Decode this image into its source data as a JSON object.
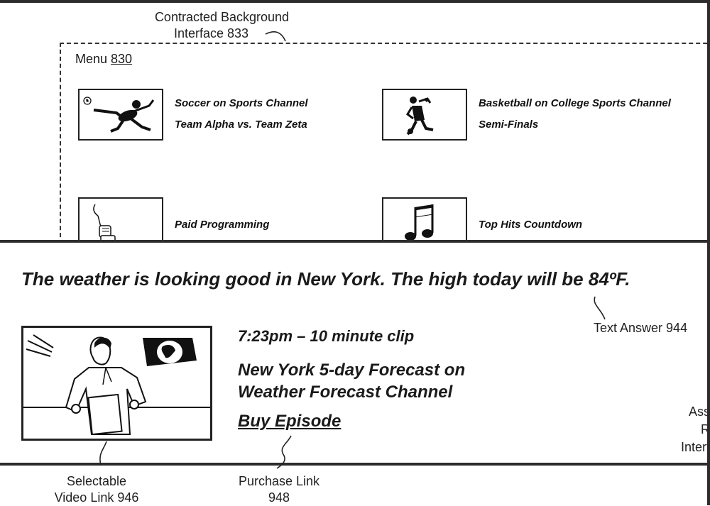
{
  "labels": {
    "contracted_line1": "Contracted Background",
    "contracted_line2": "Interface 833",
    "menu_prefix": "Menu ",
    "menu_number": "830",
    "text_answer": "Text Answer 944",
    "video_link_line1": "Selectable",
    "video_link_line2": "Video Link 946",
    "purchase_link_line1": "Purchase Link",
    "purchase_link_line2": "948",
    "side_line1": "Ass",
    "side_line2": "R",
    "side_line3": "Interf"
  },
  "menu_items": [
    {
      "line1": "Soccer on Sports Channel",
      "line2": "Team Alpha vs. Team Zeta",
      "icon": "soccer-player-icon"
    },
    {
      "line1": "Basketball on College Sports Channel",
      "line2": "Semi-Finals",
      "icon": "basketball-player-icon"
    },
    {
      "line1": "Paid Programming",
      "line2": "",
      "icon": "vacuum-cleaner-icon"
    },
    {
      "line1": "Top Hits Countdown",
      "line2": "",
      "icon": "music-note-icon"
    }
  ],
  "answer": {
    "text": "The weather is looking good in New York.  The high today will be 84ºF."
  },
  "clip": {
    "meta": "7:23pm – 10 minute clip",
    "title": "New York 5-day Forecast on Weather Forecast Channel",
    "buy_label": "Buy Episode",
    "thumbnail_icon": "weather-presenter-icon"
  }
}
